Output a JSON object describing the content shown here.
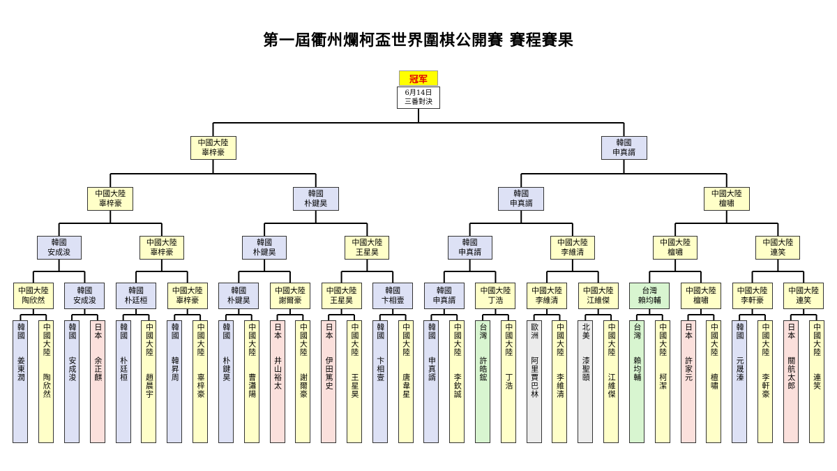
{
  "title": "第一屆衢州爛柯盃世界圍棋公開賽 賽程賽果",
  "final": {
    "label": "冠军",
    "date": "6月14日",
    "format": "三番對決"
  },
  "colors": {
    "中國大陸": "#ffffc8",
    "韓國": "#dde1f5",
    "日本": "#fbe0dc",
    "台灣": "#d8f5d0",
    "歐洲": "#ececec",
    "北美": "#ececec",
    "line": "#000000",
    "champion_bg": "#ffff00",
    "champion_text": "#e00000"
  },
  "round_of_32": [
    {
      "region": "韓國",
      "name": "姜東潤"
    },
    {
      "region": "中國大陸",
      "name": "陶欣然"
    },
    {
      "region": "韓國",
      "name": "安成浚"
    },
    {
      "region": "日本",
      "name": "余正麒"
    },
    {
      "region": "韓國",
      "name": "朴廷桓"
    },
    {
      "region": "中國大陸",
      "name": "趙晨宇"
    },
    {
      "region": "韓國",
      "name": "韓昇周"
    },
    {
      "region": "中國大陸",
      "name": "辜梓豪"
    },
    {
      "region": "韓國",
      "name": "朴鍵昊"
    },
    {
      "region": "中國大陸",
      "name": "曹瀟陽"
    },
    {
      "region": "日本",
      "name": "井山裕太"
    },
    {
      "region": "中國大陸",
      "name": "謝爾豪"
    },
    {
      "region": "日本",
      "name": "伊田篤史"
    },
    {
      "region": "中國大陸",
      "name": "王星昊"
    },
    {
      "region": "韓國",
      "name": "卞相壹"
    },
    {
      "region": "中國大陸",
      "name": "唐韋星"
    },
    {
      "region": "韓國",
      "name": "申真諝"
    },
    {
      "region": "中國大陸",
      "name": "李欽誠"
    },
    {
      "region": "台灣",
      "name": "許皓鋐"
    },
    {
      "region": "中國大陸",
      "name": "丁浩"
    },
    {
      "region": "歐洲",
      "name": "阿里賈巴林"
    },
    {
      "region": "中國大陸",
      "name": "李維清"
    },
    {
      "region": "北美",
      "name": "漆聖頤"
    },
    {
      "region": "中國大陸",
      "name": "江維傑"
    },
    {
      "region": "台灣",
      "name": "賴均輔"
    },
    {
      "region": "中國大陸",
      "name": "柯潔"
    },
    {
      "region": "日本",
      "name": "許家元"
    },
    {
      "region": "中國大陸",
      "name": "檀嘯"
    },
    {
      "region": "韓國",
      "name": "元晟溱"
    },
    {
      "region": "中國大陸",
      "name": "李軒豪"
    },
    {
      "region": "日本",
      "name": "關航太郎"
    },
    {
      "region": "中國大陸",
      "name": "連笑"
    }
  ],
  "round_of_16": [
    {
      "region": "中國大陸",
      "name": "陶欣然"
    },
    {
      "region": "韓國",
      "name": "安成浚"
    },
    {
      "region": "韓國",
      "name": "朴廷桓"
    },
    {
      "region": "中國大陸",
      "name": "辜梓豪"
    },
    {
      "region": "韓國",
      "name": "朴鍵昊"
    },
    {
      "region": "中國大陸",
      "name": "謝爾豪"
    },
    {
      "region": "中國大陸",
      "name": "王星昊"
    },
    {
      "region": "韓國",
      "name": "卞相壹"
    },
    {
      "region": "韓國",
      "name": "申真諝"
    },
    {
      "region": "中國大陸",
      "name": "丁浩"
    },
    {
      "region": "中國大陸",
      "name": "李維清"
    },
    {
      "region": "中國大陸",
      "name": "江維傑"
    },
    {
      "region": "台灣",
      "name": "賴均輔"
    },
    {
      "region": "中國大陸",
      "name": "檀嘯"
    },
    {
      "region": "中國大陸",
      "name": "李軒豪"
    },
    {
      "region": "中國大陸",
      "name": "連笑"
    }
  ],
  "quarterfinals": [
    {
      "region": "韓國",
      "name": "安成浚"
    },
    {
      "region": "中國大陸",
      "name": "辜梓豪"
    },
    {
      "region": "韓國",
      "name": "朴鍵昊"
    },
    {
      "region": "中國大陸",
      "name": "王星昊"
    },
    {
      "region": "韓國",
      "name": "申真諝"
    },
    {
      "region": "中國大陸",
      "name": "李維清"
    },
    {
      "region": "中國大陸",
      "name": "檀嘯"
    },
    {
      "region": "中國大陸",
      "name": "連笑"
    }
  ],
  "semifinals": [
    {
      "region": "中國大陸",
      "name": "辜梓豪"
    },
    {
      "region": "韓國",
      "name": "朴鍵昊"
    },
    {
      "region": "韓國",
      "name": "申真諝"
    },
    {
      "region": "中國大陸",
      "name": "檀嘯"
    }
  ],
  "finalists": [
    {
      "region": "中國大陸",
      "name": "辜梓豪"
    },
    {
      "region": "韓國",
      "name": "申真諝"
    }
  ]
}
